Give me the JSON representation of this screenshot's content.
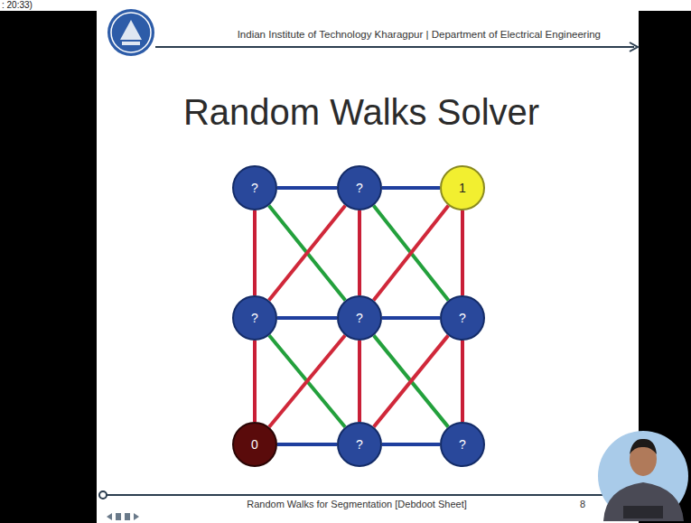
{
  "diagram": {
    "title": "Random Walks Solver",
    "nodes": [
      {
        "text": [
          "?"
        ]
      },
      {
        "text": [
          "?"
        ]
      },
      {
        "text": [
          "1"
        ]
      },
      {
        "text": [
          "?"
        ]
      },
      {
        "text": [
          "?"
        ]
      },
      {
        "text": [
          "?"
        ]
      },
      {
        "text": [
          "0"
        ]
      },
      {
        "text": [
          "?"
        ]
      },
      {
        "text": [
          "?"
        ]
      }
    ],
    "edges": [
      {
        "from": 0,
        "to": 1,
        "arrow": "none"
      },
      {
        "from": 1,
        "to": 2,
        "arrow": "none"
      },
      {
        "from": 3,
        "to": 4,
        "arrow": "none"
      },
      {
        "from": 4,
        "to": 5,
        "arrow": "none"
      },
      {
        "from": 6,
        "to": 7,
        "arrow": "none"
      },
      {
        "from": 7,
        "to": 8,
        "arrow": "none"
      },
      {
        "from": 0,
        "to": 3,
        "arrow": "none"
      },
      {
        "from": 3,
        "to": 6,
        "arrow": "none"
      },
      {
        "from": 1,
        "to": 4,
        "arrow": "none"
      },
      {
        "from": 4,
        "to": 7,
        "arrow": "none"
      },
      {
        "from": 2,
        "to": 5,
        "arrow": "none"
      },
      {
        "from": 5,
        "to": 8,
        "arrow": "none"
      },
      {
        "from": 0,
        "to": 4,
        "arrow": "none"
      },
      {
        "from": 1,
        "to": 5,
        "arrow": "none"
      },
      {
        "from": 3,
        "to": 7,
        "arrow": "none"
      },
      {
        "from": 4,
        "to": 8,
        "arrow": "none"
      },
      {
        "from": 1,
        "to": 3,
        "arrow": "none"
      },
      {
        "from": 2,
        "to": 4,
        "arrow": "none"
      },
      {
        "from": 4,
        "to": 6,
        "arrow": "none"
      },
      {
        "from": 5,
        "to": 7,
        "arrow": "none"
      }
    ],
    "labels": [
      ": 20:33)",
      "Indian Institute of Technology Kharagpur | Department of Electrical Engineering",
      "Random Walks for Segmentation [Debdoot Sheet]",
      "8"
    ]
  }
}
